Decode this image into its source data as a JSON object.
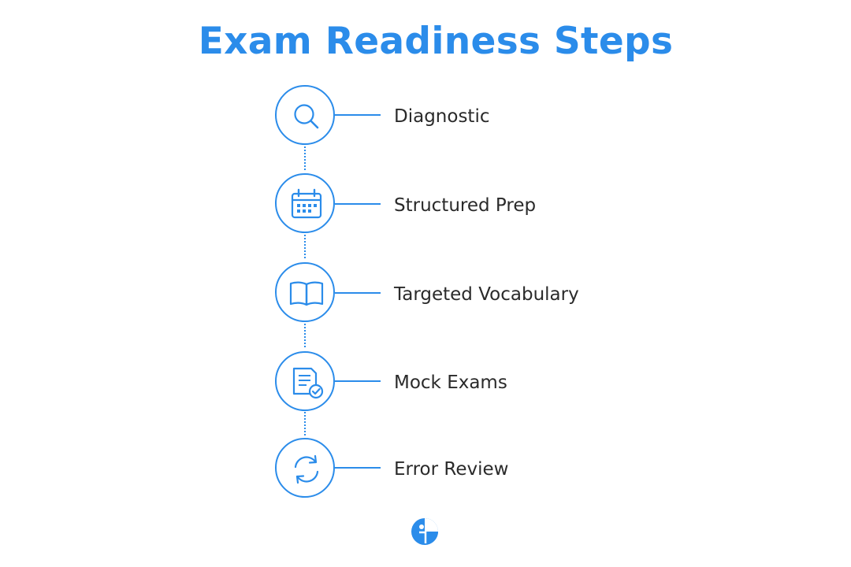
{
  "title": "Exam Readiness Steps",
  "accent_color": "#2b8cea",
  "text_color": "#2a2a2a",
  "steps": [
    {
      "label": "Diagnostic",
      "icon": "magnifier-icon"
    },
    {
      "label": "Structured Prep",
      "icon": "calendar-icon"
    },
    {
      "label": "Targeted Vocabulary",
      "icon": "open-book-icon"
    },
    {
      "label": "Mock Exams",
      "icon": "document-check-icon"
    },
    {
      "label": "Error Review",
      "icon": "refresh-icon"
    }
  ],
  "logo": {
    "icon": "brand-logo-icon"
  }
}
